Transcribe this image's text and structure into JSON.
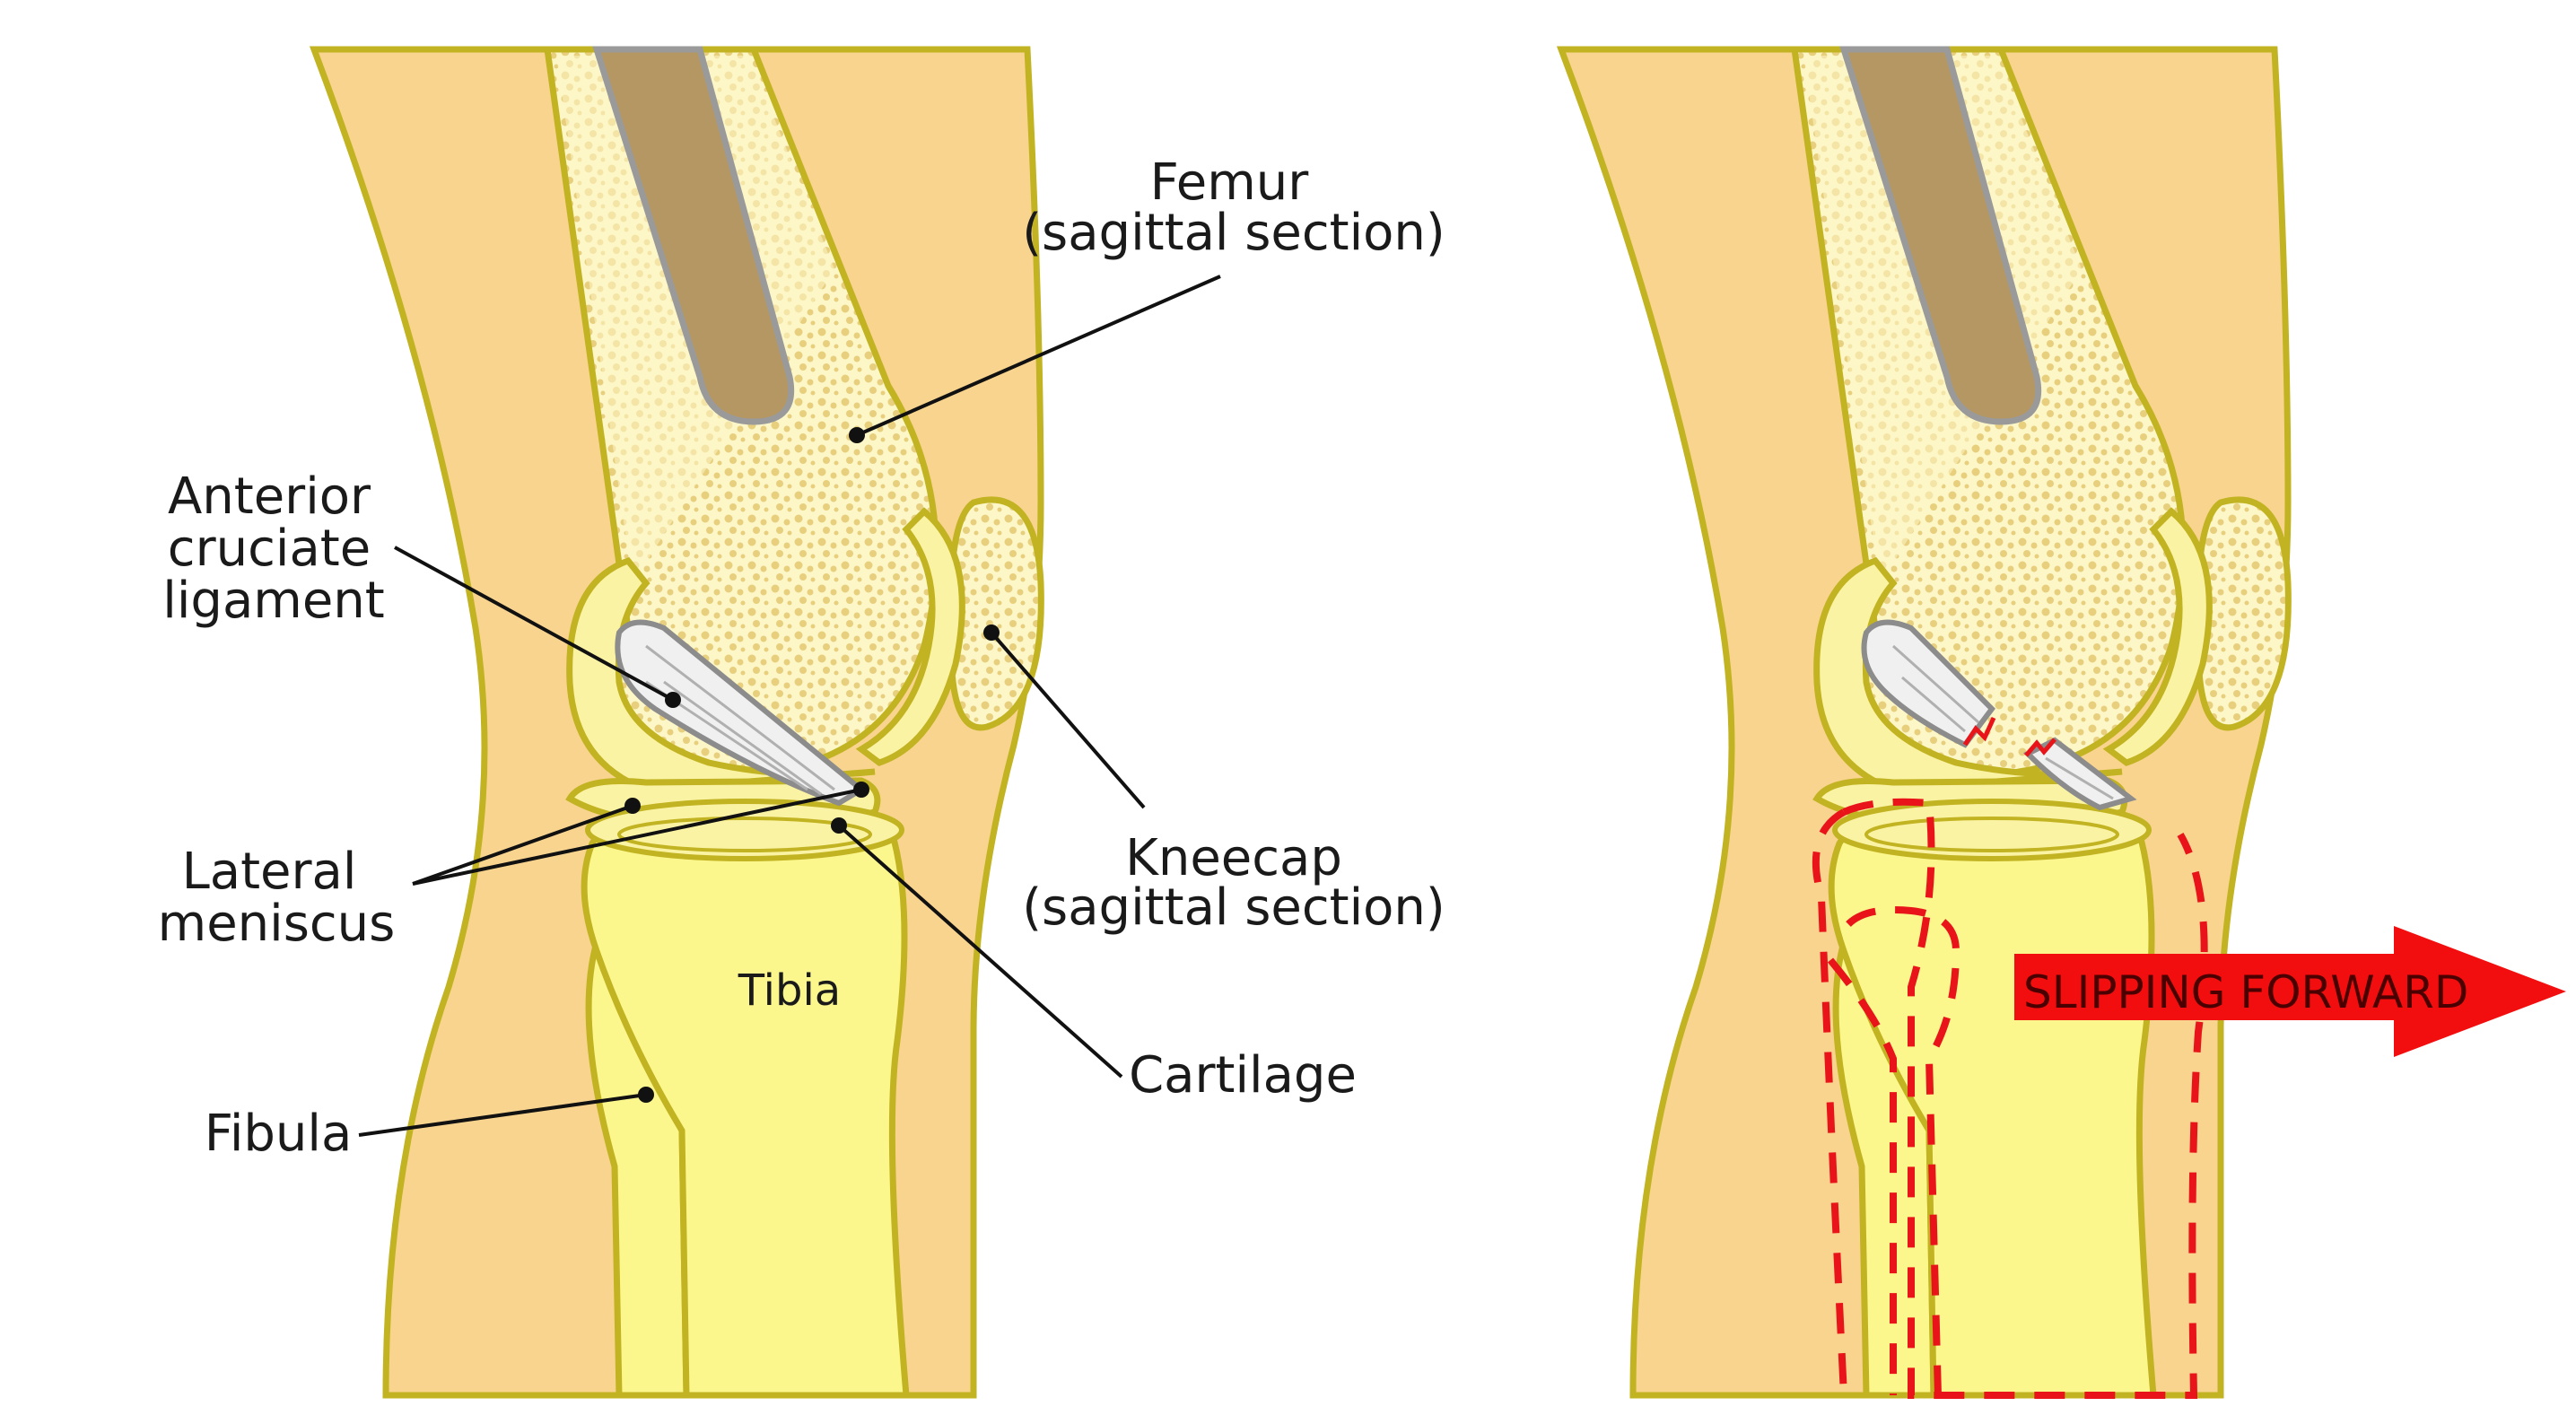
{
  "labels": {
    "femur_line1": "Femur",
    "femur_line2": "(sagittal section)",
    "acl_line1": "Anterior",
    "acl_line2": "cruciate",
    "acl_line3": "ligament",
    "meniscus_line1": "Lateral",
    "meniscus_line2": "meniscus",
    "fibula": "Fibula",
    "tibia": "Tibia",
    "kneecap_line1": "Kneecap",
    "kneecap_line2": "(sagittal section)",
    "cartilage": "Cartilage"
  },
  "arrow_label": "SLIPPING FORWARD",
  "colors": {
    "skin": "#f9d48f",
    "outline": "#c2b322",
    "bone_spongy": "#fdf7c8",
    "marrow": "#b59763",
    "tibia": "#fbf78d",
    "tear_red": "#e8141a"
  }
}
